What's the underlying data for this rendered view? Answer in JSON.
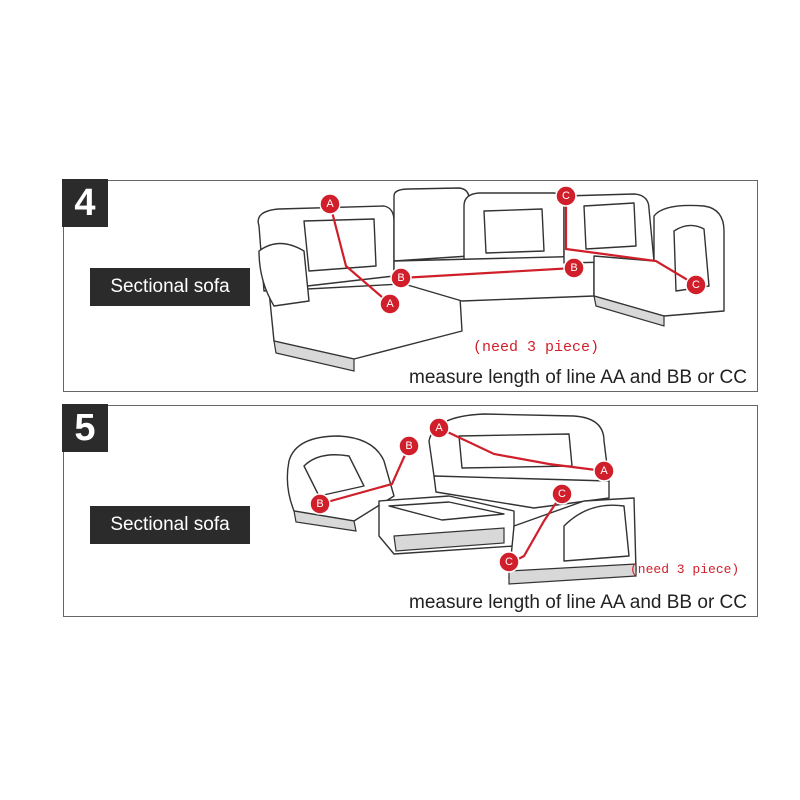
{
  "panels": [
    {
      "number": "4",
      "label": "Sectional sofa",
      "note": "(need 3 piece)",
      "caption": "measure length of line AA and BB or CC",
      "markers": [
        "A",
        "A",
        "B",
        "B",
        "C",
        "C"
      ]
    },
    {
      "number": "5",
      "label": "Sectional sofa",
      "note": "(need 3 piece)",
      "caption": "measure length of line AA and BB or CC",
      "markers": [
        "A",
        "A",
        "B",
        "B",
        "C",
        "C"
      ]
    }
  ],
  "colors": {
    "accent": "#d01f2a",
    "badge": "#2b2b2b"
  }
}
